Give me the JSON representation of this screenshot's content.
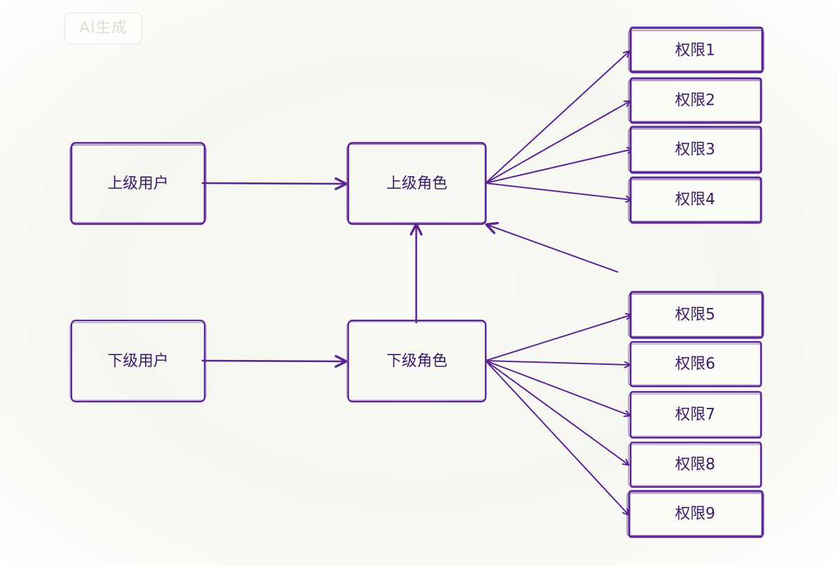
{
  "watermark": "AI生成",
  "colors": {
    "stroke": "#5a2593",
    "text": "#3b1a66"
  },
  "nodes": {
    "upper_user": "上级用户",
    "upper_role": "上级角色",
    "lower_user": "下级用户",
    "lower_role": "下级角色",
    "perm1": "权限1",
    "perm2": "权限2",
    "perm3": "权限3",
    "perm4": "权限4",
    "perm5": "权限5",
    "perm6": "权限6",
    "perm7": "权限7",
    "perm8": "权限8",
    "perm9": "权限9"
  },
  "edges": [
    {
      "from": "上级用户",
      "to": "上级角色"
    },
    {
      "from": "下级用户",
      "to": "下级角色"
    },
    {
      "from": "下级角色",
      "to": "上级角色"
    },
    {
      "from": "上级角色",
      "to": "权限1"
    },
    {
      "from": "上级角色",
      "to": "权限2"
    },
    {
      "from": "上级角色",
      "to": "权限3"
    },
    {
      "from": "上级角色",
      "to": "权限4"
    },
    {
      "from": "下级角色",
      "to": "权限5"
    },
    {
      "from": "下级角色",
      "to": "权限6"
    },
    {
      "from": "下级角色",
      "to": "权限7"
    },
    {
      "from": "下级角色",
      "to": "权限8"
    },
    {
      "from": "下级角色",
      "to": "权限9"
    }
  ]
}
